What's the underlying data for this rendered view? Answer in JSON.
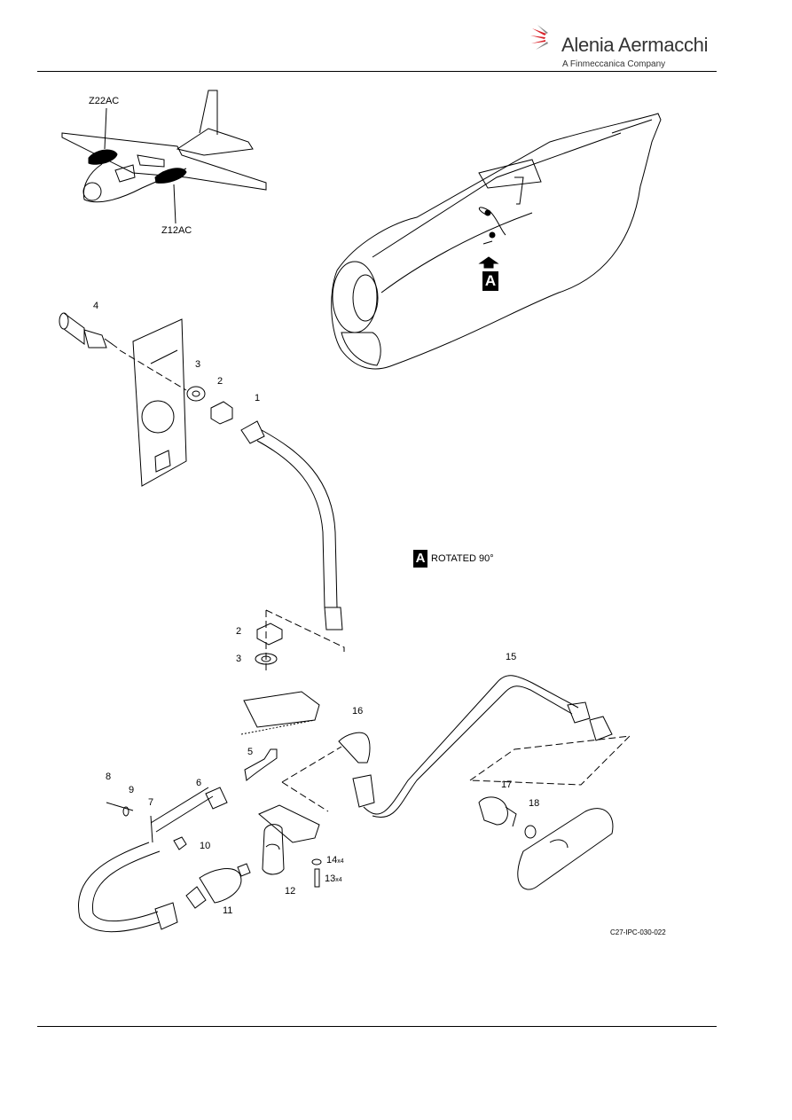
{
  "header": {
    "brand_name": "Alenia Aermacchi",
    "brand_sub": "A Finmeccanica Company",
    "brand_colors": {
      "red": "#d9232a",
      "gray": "#333333"
    }
  },
  "zones": {
    "upper": "Z22AC",
    "lower": "Z12AC"
  },
  "detail": {
    "letter": "A",
    "rotated_label": "ROTATED 90°"
  },
  "items": {
    "i1": "1",
    "i2a": "2",
    "i2b": "2",
    "i3a": "3",
    "i3b": "3",
    "i4": "4",
    "i5": "5",
    "i6": "6",
    "i7": "7",
    "i8": "8",
    "i9": "9",
    "i10": "10",
    "i11": "11",
    "i12": "12",
    "i13": "13",
    "i13q": "x4",
    "i14": "14",
    "i14q": "x4",
    "i15": "15",
    "i16": "16",
    "i17": "17",
    "i18": "18"
  },
  "figure_ref": "C27-IPC-030-022"
}
